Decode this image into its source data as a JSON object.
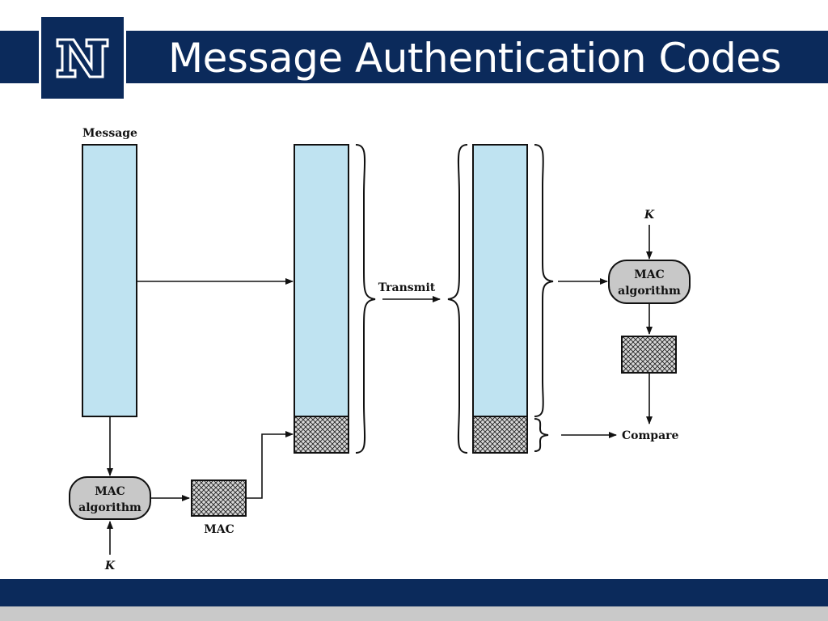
{
  "slide": {
    "title": "Message Authentication Codes",
    "logo_letter": "N",
    "colors": {
      "header": "#0b2a5b",
      "footer_gray": "#c9c9c9",
      "message_block": "#bfe3f1",
      "mac_block": "#d8d8d8",
      "algorithm_box": "#c8c8c8"
    }
  },
  "diagram": {
    "message_label": "Message",
    "transmit_label": "Transmit",
    "compare_label": "Compare",
    "mac_label": "MAC",
    "key_label_sender": "K",
    "key_label_receiver": "K",
    "sender_algorithm": {
      "line1": "MAC",
      "line2": "algorithm"
    },
    "receiver_algorithm": {
      "line1": "MAC",
      "line2": "algorithm"
    }
  }
}
